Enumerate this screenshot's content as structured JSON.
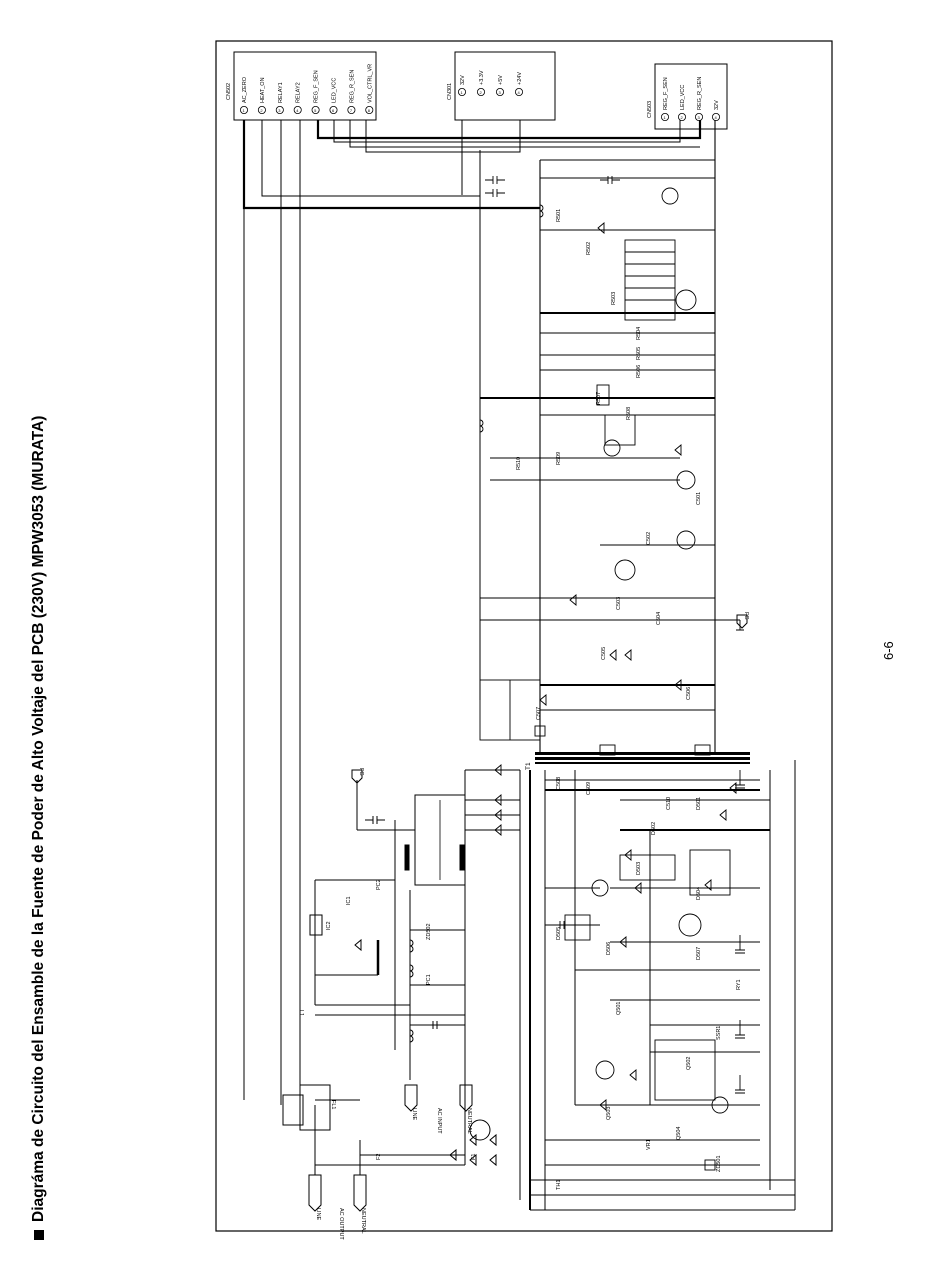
{
  "header": {
    "title": "Diagráma de Circuito del Ensamble de la Fuente de Poder de Alto Voltaje del PCB (230V) MPW3053 (MURATA)",
    "page_number": "6-6"
  },
  "connectors": {
    "cn502": {
      "name": "CN502",
      "pins": [
        {
          "num": "1",
          "label": "AC_ZERO"
        },
        {
          "num": "2",
          "label": "HEAT_ON"
        },
        {
          "num": "3",
          "label": "RELAY1"
        },
        {
          "num": "4",
          "label": "RELAY2"
        },
        {
          "num": "5",
          "label": "REG_F_SEN"
        },
        {
          "num": "6",
          "label": "LED_VCC"
        },
        {
          "num": "7",
          "label": "REG_R_SEN"
        },
        {
          "num": "8",
          "label": "VOL_CTRL_VR"
        }
      ]
    },
    "cn301": {
      "name": "CN301",
      "pins": [
        {
          "num": "1",
          "label": "32V"
        },
        {
          "num": "2",
          "label": "+3.3V"
        },
        {
          "num": "3",
          "label": "+5V"
        },
        {
          "num": "4",
          "label": "+24V"
        }
      ]
    },
    "cn503": {
      "name": "CN503",
      "pins": [
        {
          "num": "1",
          "label": "REG_F_SEN"
        },
        {
          "num": "2",
          "label": "LED_VCC"
        },
        {
          "num": "3",
          "label": "REG_R_SEN"
        },
        {
          "num": "4",
          "label": "32V"
        }
      ]
    }
  },
  "io_labels": {
    "line": "LINE",
    "neutral": "NEUTRAL",
    "ac_output": "AC OUTPUT",
    "ac_input": "AC INPUT",
    "fg": "FG",
    "fl1": "FL1",
    "t1": "T1",
    "l1": "L1"
  },
  "component_labels": [
    "R501",
    "R502",
    "R503",
    "R504",
    "R505",
    "R506",
    "R507",
    "R508",
    "R509",
    "R510",
    "C501",
    "C502",
    "C503",
    "C504",
    "C505",
    "C506",
    "C507",
    "C508",
    "C509",
    "C510",
    "D501",
    "D502",
    "D503",
    "D504",
    "D505",
    "D506",
    "D507",
    "Q501",
    "Q502",
    "Q503",
    "Q504",
    "ZD501",
    "ZD502",
    "PC1",
    "PC2",
    "IC1",
    "IC2",
    "F1",
    "F2",
    "VR1",
    "TH1",
    "SSR1",
    "RY1"
  ]
}
